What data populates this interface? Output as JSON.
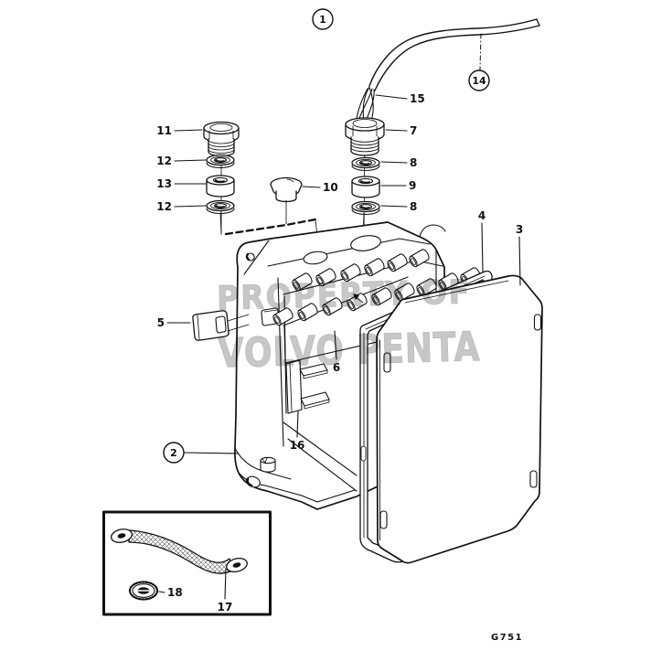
{
  "diagram": {
    "background": "#ffffff",
    "line_color": "#111111",
    "watermark": {
      "line1": "PROPERTY OF",
      "line2": "VOLVO PENTA",
      "color": "#c7c7c7"
    },
    "figure_code": "G751",
    "callouts": {
      "c1": "1",
      "c2": "2",
      "c14": "14",
      "n3": "3",
      "n4": "4",
      "n5": "5",
      "n6": "6",
      "n7": "7",
      "n8a": "8",
      "n8b": "8",
      "n9": "9",
      "n10": "10",
      "n11": "11",
      "n12a": "12",
      "n12b": "12",
      "n13": "13",
      "n15": "15",
      "n16": "16",
      "n17": "17",
      "n18": "18"
    }
  }
}
